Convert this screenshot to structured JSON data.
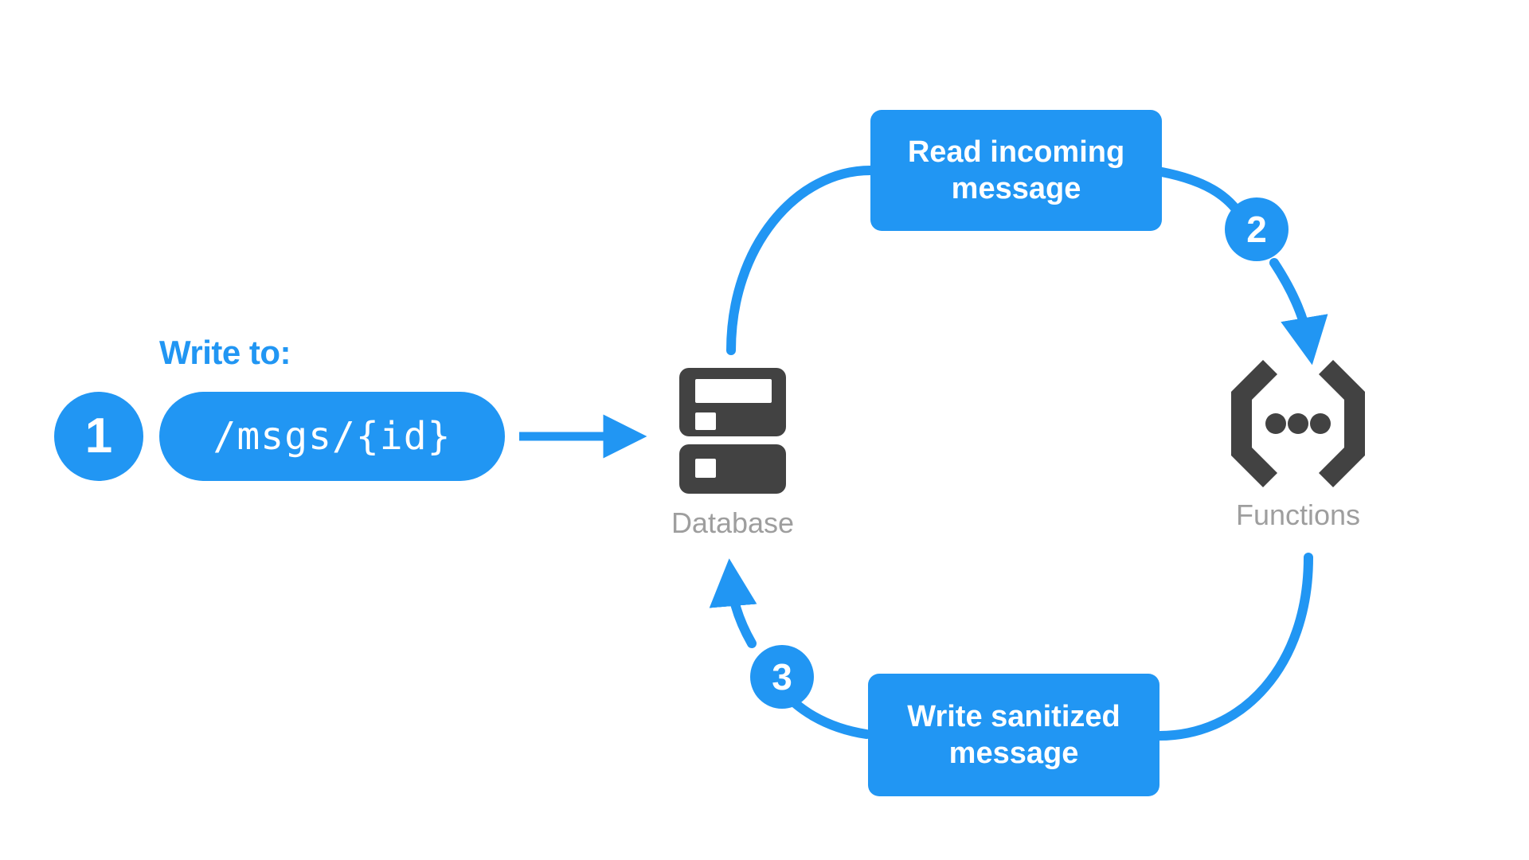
{
  "diagram": {
    "title": "Firebase database sanitization flow",
    "background": "#ffffff",
    "accent_color": "#2196f3",
    "icon_color": "#424242",
    "caption_color": "#9e9e9e"
  },
  "caption": {
    "write_to_label": "Write to:"
  },
  "steps": [
    {
      "number": "1",
      "meaning": "Client writes to database path"
    },
    {
      "number": "2",
      "meaning": "Function reads incoming message"
    },
    {
      "number": "3",
      "meaning": "Function writes sanitized message back"
    }
  ],
  "path_pill": {
    "value": "/msgs/{id}"
  },
  "action_boxes": [
    {
      "id": "read",
      "label": "Read incoming message"
    },
    {
      "id": "write",
      "label": "Write sanitized message"
    }
  ],
  "nodes": [
    {
      "id": "database",
      "label": "Database",
      "icon": "database-icon"
    },
    {
      "id": "functions",
      "label": "Functions",
      "icon": "functions-brackets-icon"
    }
  ],
  "connectors": [
    {
      "id": "pill-to-database",
      "kind": "straight-arrow",
      "from": "path-pill",
      "to": "database"
    },
    {
      "id": "database-to-read",
      "kind": "curve",
      "from": "database",
      "to": "read-box"
    },
    {
      "id": "read-to-functions",
      "kind": "curve-arrow",
      "from": "read-box",
      "to": "functions",
      "step": "2"
    },
    {
      "id": "functions-to-write",
      "kind": "curve",
      "from": "functions",
      "to": "write-box"
    },
    {
      "id": "write-to-database",
      "kind": "curve-arrow",
      "from": "write-box",
      "to": "database",
      "step": "3"
    }
  ]
}
